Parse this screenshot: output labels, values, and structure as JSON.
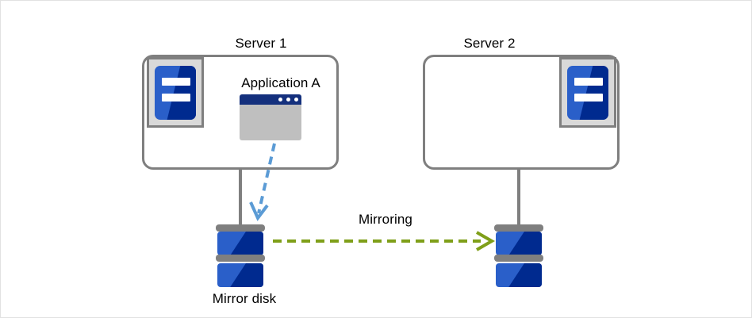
{
  "diagram": {
    "title_server1": "Server 1",
    "title_server2": "Server 2",
    "app_label": "Application A",
    "mirroring_label": "Mirroring",
    "mirror_disk_label": "Mirror disk",
    "colors": {
      "outer_border": "#e2e2e2",
      "chassis_stroke": "#7f7f7f",
      "bay_fill": "#d9d9d9",
      "icon_blue": "#2a5fc9",
      "icon_blue_dark": "#002a8f",
      "titlebar_navy": "#14307d",
      "window_body_gray": "#bfbfbf",
      "write_arrow_blue": "#5b9bd5",
      "mirror_arrow_green": "#7f9f19",
      "text": "#000000"
    },
    "icons": {
      "server1": "server-rack-icon",
      "server2": "server-rack-icon",
      "application": "application-window-icon",
      "disk_left": "disk-stack-icon",
      "disk_right": "disk-stack-icon",
      "write_arrow": "dashed-arrow-down-icon",
      "mirror_arrow": "dashed-arrow-right-icon"
    }
  }
}
